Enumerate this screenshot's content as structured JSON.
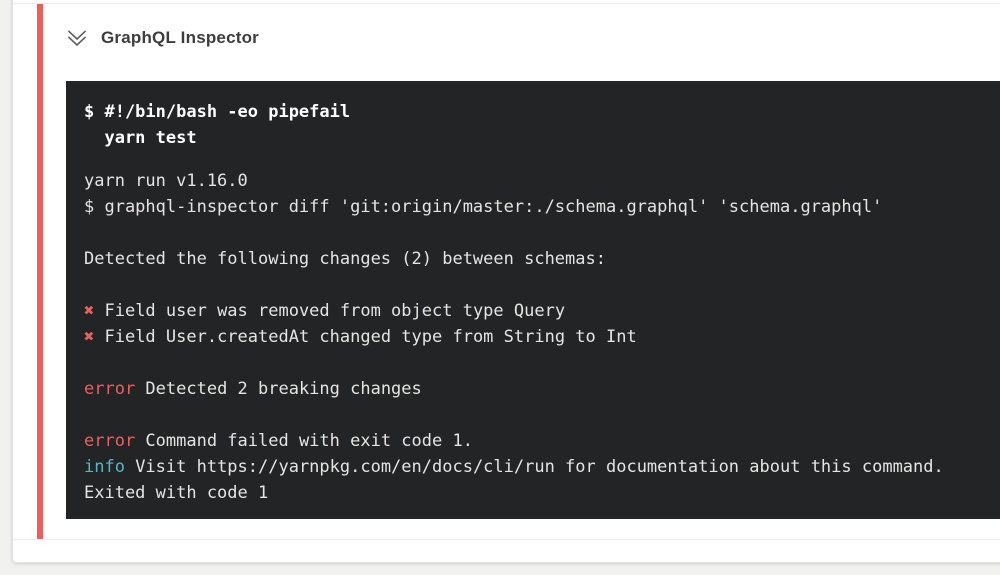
{
  "page": {
    "background": "#f1f1f0"
  },
  "card": {
    "background": "#ffffff",
    "border_color": "#e1e1e1"
  },
  "step": {
    "title": "GraphQL Inspector",
    "status": "failed",
    "accent_color": "#ee5c5c",
    "divider_color": "#eaeaea",
    "chevron_icon": "double-chevron-down"
  },
  "terminal": {
    "background": "#222426",
    "colors": {
      "default": "#e6e4e1",
      "bold": "#ffffff",
      "red": "#e9605d",
      "cyan": "#56b6c2"
    },
    "lines": [
      {
        "bold": true,
        "segments": [
          {
            "text": "$ #!/bin/bash -eo pipefail"
          }
        ]
      },
      {
        "bold": true,
        "segments": [
          {
            "text": "  yarn test"
          }
        ]
      },
      {
        "gap": 17
      },
      {
        "segments": [
          {
            "text": "yarn run v1.16.0"
          }
        ]
      },
      {
        "segments": [
          {
            "text": "$ graphql-inspector diff 'git:origin/master:./schema.graphql' 'schema.graphql'"
          }
        ]
      },
      {
        "blank": true
      },
      {
        "segments": [
          {
            "text": "Detected the following changes (2) between schemas:"
          }
        ]
      },
      {
        "blank": true
      },
      {
        "segments": [
          {
            "text": "✖ ",
            "color": "red"
          },
          {
            "text": "Field user was removed from object type Query"
          }
        ]
      },
      {
        "segments": [
          {
            "text": "✖ ",
            "color": "red"
          },
          {
            "text": "Field User.createdAt changed type from String to Int"
          }
        ]
      },
      {
        "blank": true
      },
      {
        "segments": [
          {
            "text": "error ",
            "color": "red"
          },
          {
            "text": "Detected 2 breaking changes"
          }
        ]
      },
      {
        "blank": true
      },
      {
        "segments": [
          {
            "text": "error ",
            "color": "red"
          },
          {
            "text": "Command failed with exit code 1."
          }
        ]
      },
      {
        "segments": [
          {
            "text": "info ",
            "color": "cyan"
          },
          {
            "text": "Visit https://yarnpkg.com/en/docs/cli/run for documentation about this command."
          }
        ]
      },
      {
        "segments": [
          {
            "text": "Exited with code 1"
          }
        ]
      }
    ]
  }
}
